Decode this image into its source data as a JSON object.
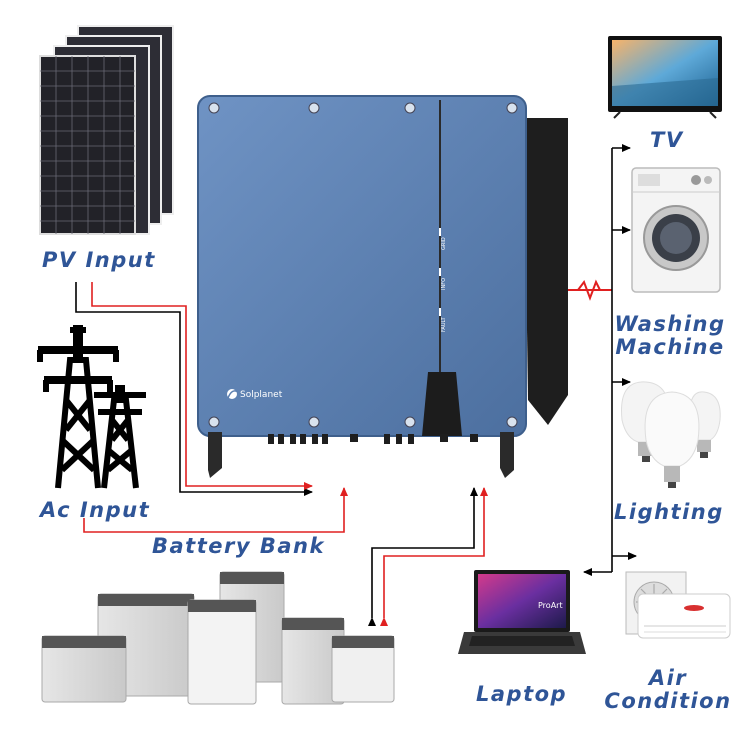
{
  "labels": {
    "pv_input": "PV Input",
    "ac_input": "Ac Input",
    "battery_bank": "Battery Bank",
    "tv": "TV",
    "washing_machine_line1": "Washing",
    "washing_machine_line2": "Machine",
    "lighting": "Lighting",
    "laptop": "Laptop",
    "air_condition_line1": "Air",
    "air_condition_line2": "Condition"
  },
  "inverter": {
    "brand": "Solplanet",
    "leds": [
      "GRID",
      "INFO",
      "FAULT"
    ]
  },
  "laptop_screen_text": "ProArt",
  "colors": {
    "label": "#2f5597",
    "inverter_body": "#5b7fb0",
    "red_line": "#e02020",
    "black_line": "#000000"
  }
}
